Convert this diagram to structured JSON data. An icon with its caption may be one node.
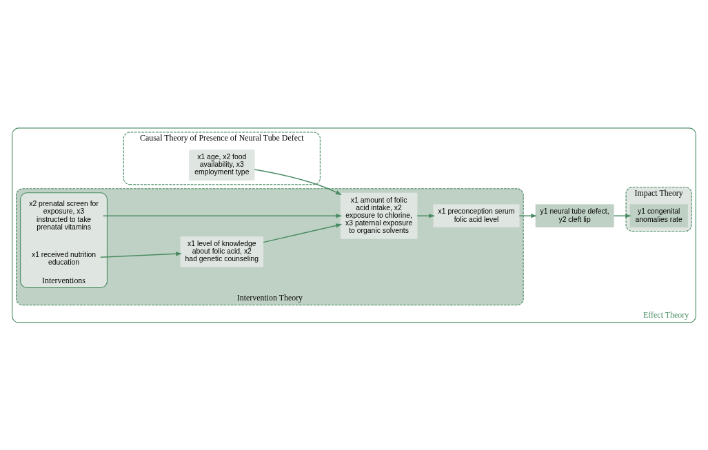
{
  "diagram": {
    "nodes": [
      {
        "text": [
          "Effect Theory"
        ]
      },
      {
        "text": [
          "Causal Theory of Presence of Neural Tube Defect"
        ],
        "in": 0
      },
      {
        "text": [
          "x1 age, x2 food availability, x3 employment type"
        ],
        "in": 1
      },
      {
        "text": [
          "Intervention Theory"
        ],
        "in": 0
      },
      {
        "text": [
          "x1 amount of folic acid intake, x2 exposure to chlorine, x3 paternal exposure to organic solvents"
        ],
        "in": 3
      },
      {
        "text": [
          "x1 preconception serum folic acid level"
        ],
        "in": 3
      },
      {
        "text": [
          "x1 level of knowledge about folic acid, x2 had genetic counseling"
        ],
        "in": 3
      },
      {
        "text": [
          "Interventions"
        ],
        "in": 3
      },
      {
        "text": [
          "x1 received nutrition education"
        ],
        "in": 7
      },
      {
        "text": [
          "x2 prenatal screen for exposure, x3 instructed to take prenatal vitamins"
        ],
        "in": 7
      },
      {
        "text": [
          "Impact Theory"
        ],
        "in": 0
      },
      {
        "text": [
          "y1 neural tube defect, y2 cleft lip"
        ],
        "in": 0
      },
      {
        "text": [
          "y1 congenital anomalies rate"
        ],
        "in": 10
      }
    ],
    "edges": [
      {
        "from": 2,
        "to": 4,
        "arrow": "to"
      },
      {
        "from": 4,
        "to": 5,
        "arrow": "to"
      },
      {
        "from": 5,
        "to": 11,
        "arrow": "to"
      },
      {
        "from": 11,
        "to": 12,
        "arrow": "to"
      },
      {
        "from": 6,
        "to": 4,
        "arrow": "to"
      },
      {
        "from": 8,
        "to": 6,
        "arrow": "to"
      },
      {
        "from": 9,
        "to": 4,
        "arrow": "to"
      }
    ]
  }
}
